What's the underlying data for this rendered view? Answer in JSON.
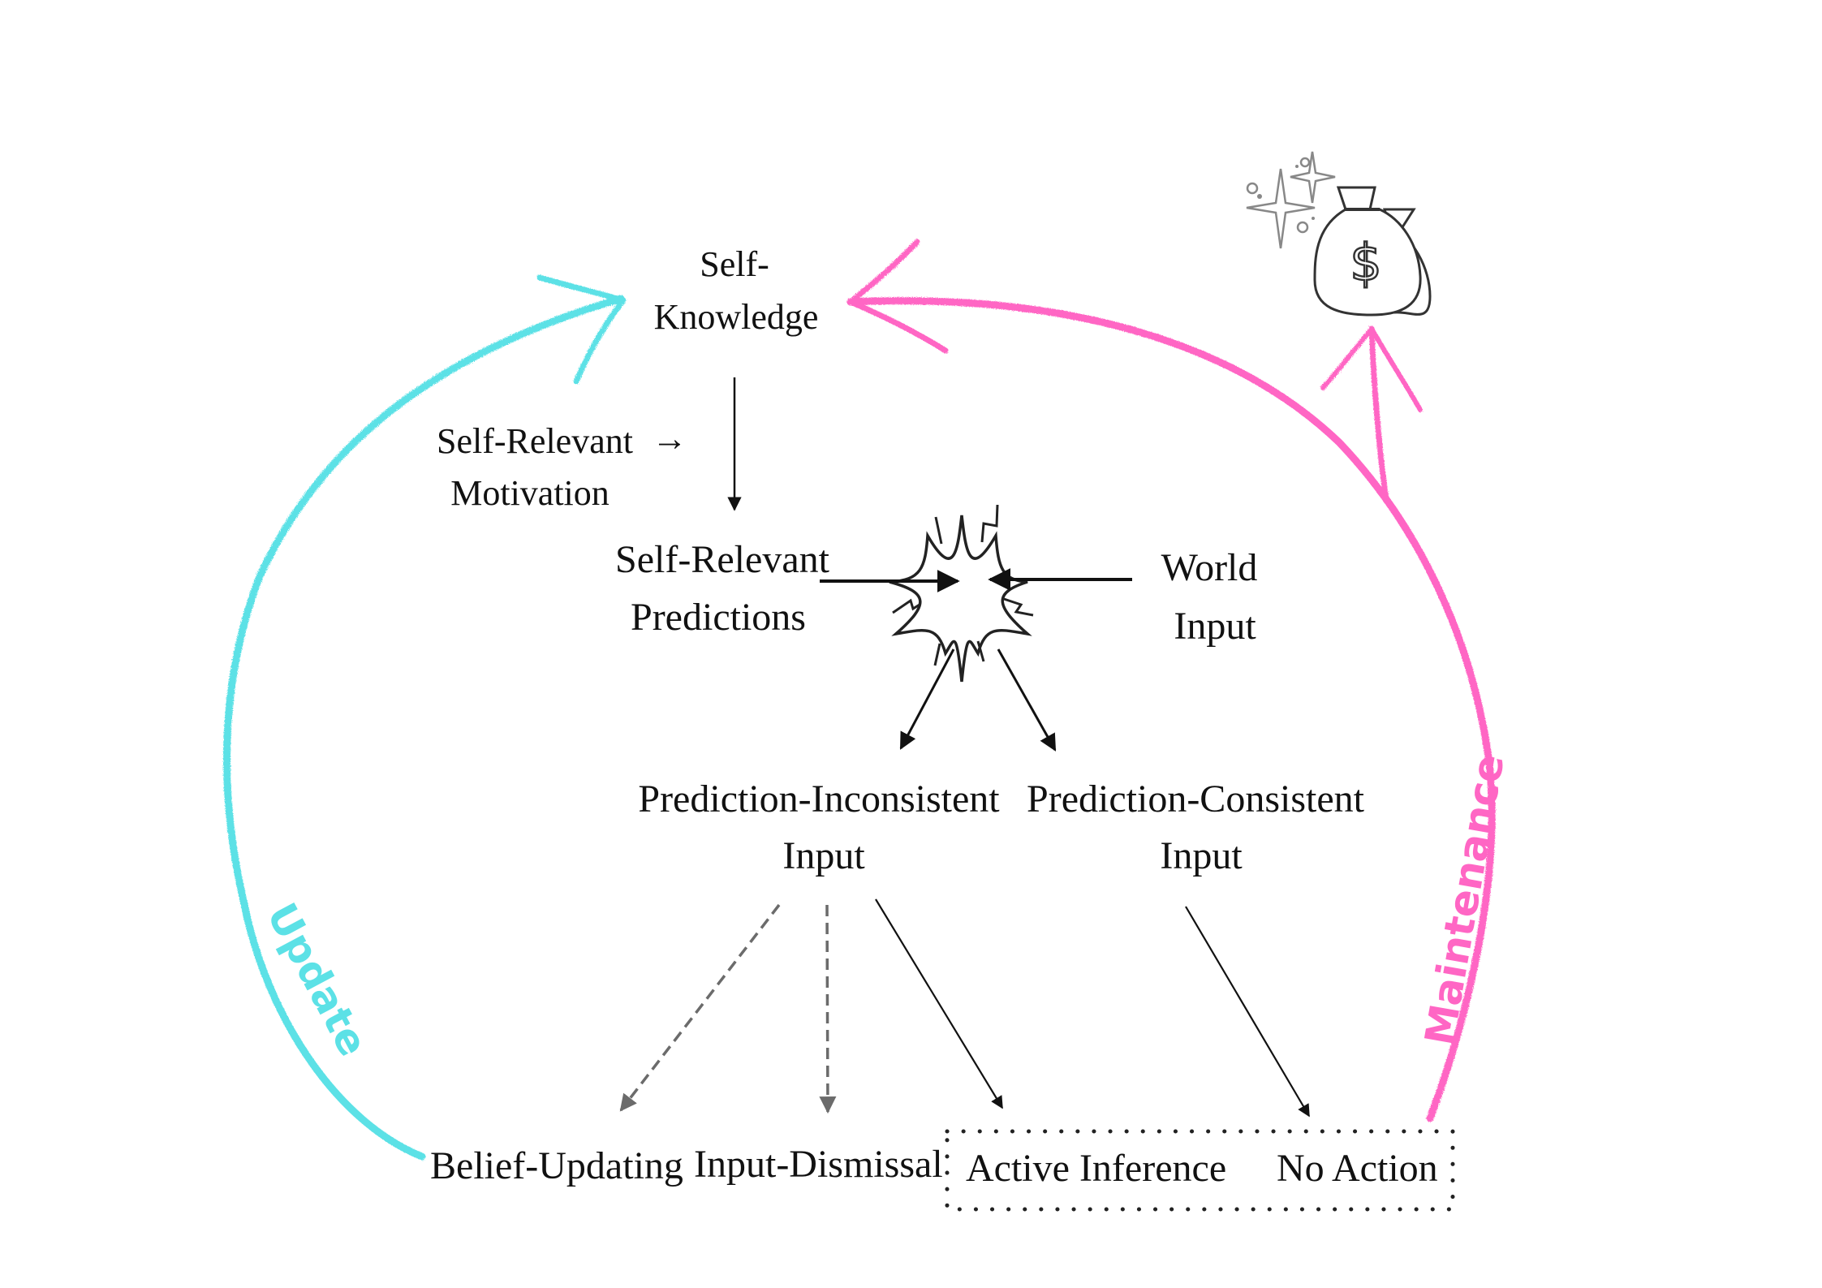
{
  "colors": {
    "update": "#5CE1E6",
    "maintenance": "#FF66C4",
    "ink": "#111111",
    "dashed": "#6b6b6b"
  },
  "nodes": {
    "self_knowledge": [
      "Self-",
      "Knowledge"
    ],
    "self_relevant_motivation": [
      "Self-Relevant",
      "Motivation"
    ],
    "motivation_arrow_glyph": "→",
    "self_relevant_predictions": [
      "Self-Relevant",
      "Predictions"
    ],
    "world_input": [
      "World",
      "Input"
    ],
    "prediction_inconsistent_input": [
      "Prediction-Inconsistent",
      "Input"
    ],
    "prediction_consistent_input": [
      "Prediction-Consistent",
      "Input"
    ]
  },
  "outcomes": {
    "belief_updating": "Belief-Updating",
    "input_dismissal": "Input-Dismissal",
    "active_inference": "Active Inference",
    "no_action": "No Action"
  },
  "loops": {
    "update": "Update",
    "maintenance": "Maintenance"
  },
  "icons": {
    "collision": "starburst-icon",
    "reward": "money-bags-icon"
  }
}
